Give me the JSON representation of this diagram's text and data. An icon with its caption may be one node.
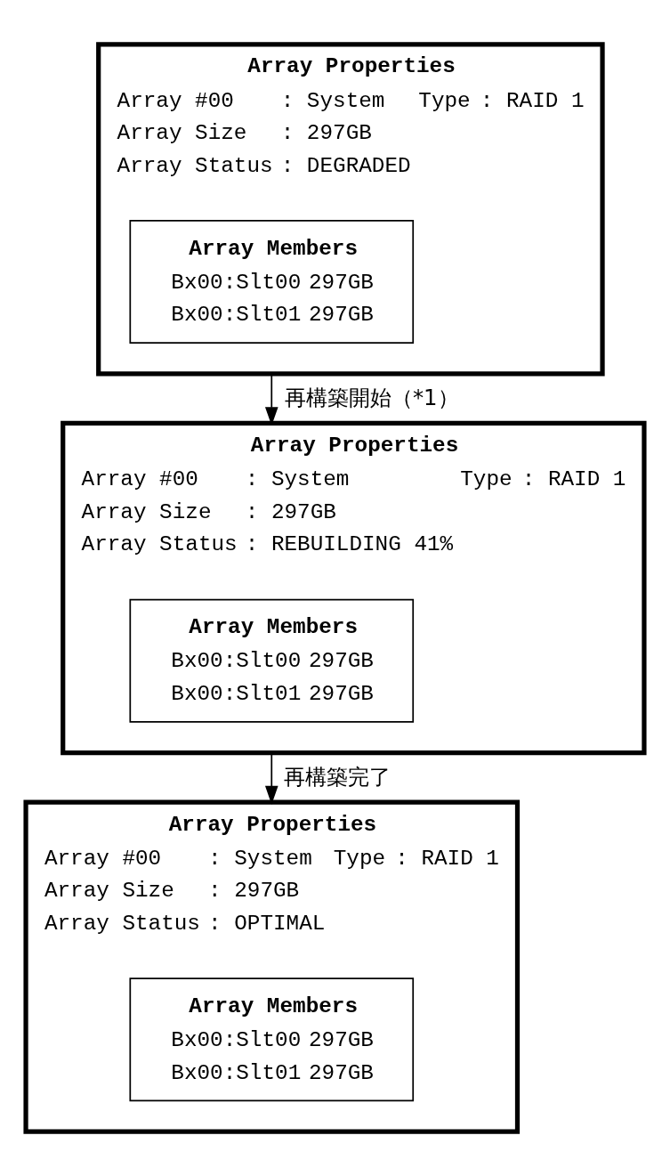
{
  "diagram": {
    "nodes": [
      {
        "text": [
          "Array Properties",
          "Array #00",
          ": System",
          "Type",
          ": RAID 1",
          "Array Size",
          ": 297GB",
          "Array Status",
          ": DEGRADED"
        ]
      },
      {
        "text": [
          "Array Members",
          "Bx00:Slt00",
          "297GB",
          "Bx00:Slt01",
          "297GB"
        ],
        "in": 0
      },
      {
        "text": [
          "Array Properties",
          "Array #00",
          ": System",
          "Type",
          ": RAID 1",
          "Array Size",
          ": 297GB",
          "Array Status",
          ": REBUILDING 41%"
        ]
      },
      {
        "text": [
          "Array Members",
          "Bx00:Slt00",
          "297GB",
          "Bx00:Slt01",
          "297GB"
        ],
        "in": 2
      },
      {
        "text": [
          "Array Properties",
          "Array #00",
          ": System",
          "Type",
          ": RAID 1",
          "Array Size",
          ": 297GB",
          "Array Status",
          ": OPTIMAL"
        ]
      },
      {
        "text": [
          "Array Members",
          "Bx00:Slt00",
          "297GB",
          "Bx00:Slt01",
          "297GB"
        ],
        "in": 4
      }
    ],
    "edges": [
      {
        "from": 0,
        "to": 2,
        "arrow": "to",
        "label": "再構築開始（*1）"
      },
      {
        "from": 2,
        "to": 4,
        "arrow": "to",
        "label": "再構築完了"
      }
    ]
  }
}
